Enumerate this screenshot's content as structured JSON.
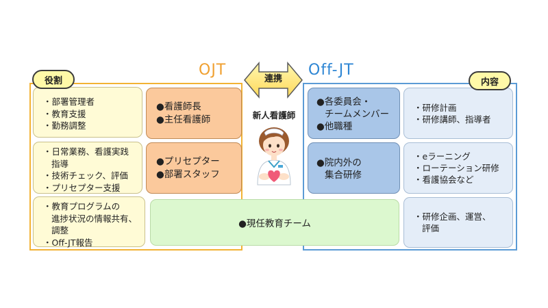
{
  "colors": {
    "ojt": "#f0a030",
    "off_jt": "#2e86d4",
    "yellow_box": "#fffbd6",
    "orange_box": "#fbc99c",
    "blue_box": "#a9c6e8",
    "light_blue_box": "#e4edf8",
    "green_box": "#dcf8cf",
    "pill": "#fff9a8"
  },
  "titles": {
    "ojt": "OJT",
    "off_jt": "Off-JT"
  },
  "pills": {
    "role": "役割",
    "content": "内容"
  },
  "arrow_label": "連携",
  "nurse_label": "新人看護師",
  "yellow_boxes": [
    {
      "lines": [
        "・部署管理者",
        "・教育支援",
        "・勤務調整"
      ]
    },
    {
      "lines": [
        "・日常業務、看護実践",
        "指導",
        "・技術チェック、評価",
        "・プリセプター支援"
      ]
    },
    {
      "lines": [
        "・教育プログラムの",
        "進捗状況の情報共有、",
        "調整",
        "・Off-JT報告"
      ]
    }
  ],
  "orange_boxes": [
    {
      "lines": [
        "●看護師長",
        "●主任看護師"
      ]
    },
    {
      "lines": [
        "●プリセプター",
        "●部署スタッフ"
      ]
    }
  ],
  "green_box": "●現任教育チーム",
  "blue_boxes": [
    {
      "lines": [
        "●各委員会・",
        "チームメンバー",
        "●他職種"
      ]
    },
    {
      "lines": [
        "●院内外の",
        "集合研修"
      ]
    }
  ],
  "light_blue_boxes": [
    {
      "lines": [
        "・研修計画",
        "・研修講師、指導者"
      ]
    },
    {
      "lines": [
        "・eラーニング",
        "・ローテーション研修",
        "・看護協会など"
      ]
    },
    {
      "lines": [
        "・研修企画、運営、",
        "評価"
      ]
    }
  ]
}
